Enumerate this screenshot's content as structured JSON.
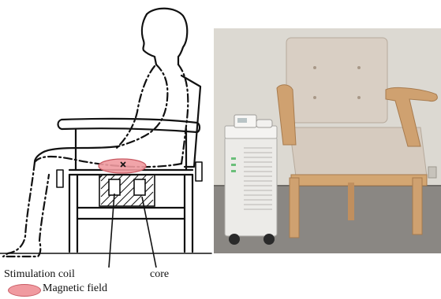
{
  "labels": {
    "stimulation_coil": "Stimulation coil",
    "core": "core",
    "magnetic_field": "Magnetic field"
  },
  "colors": {
    "magnetic_field": "#f09aa0",
    "magnetic_field_edge": "#c85a63",
    "photo_wall": "#dcd9d2",
    "photo_floor": "#8a8783",
    "chair_wood": "#cfa170",
    "chair_fabric": "#d9cfc4",
    "device_body": "#ecebe8"
  },
  "icons": [
    "magnetic-field-ellipse-icon",
    "x-mark-icon"
  ]
}
